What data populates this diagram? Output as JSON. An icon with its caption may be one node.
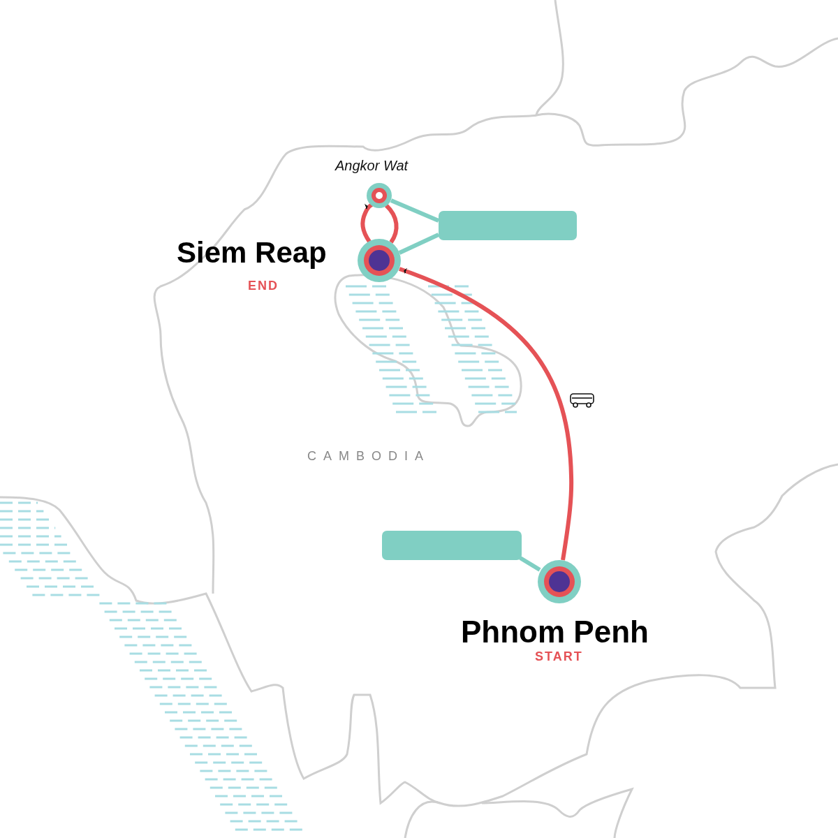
{
  "diagram": {
    "nodes": [
      {
        "text": [
          "Phnom Penh",
          "START"
        ]
      },
      {
        "text": [
          "Siem Reap",
          "END"
        ]
      },
      {
        "text": [
          "Angkor Wat"
        ]
      },
      {
        "text": [],
        "shape": "box"
      },
      {
        "text": [],
        "shape": "box"
      }
    ],
    "edges": [
      {
        "from": 0,
        "to": 1,
        "arrow": "to"
      },
      {
        "from": 1,
        "to": 2,
        "arrow": "to"
      },
      {
        "from": 2,
        "to": 1,
        "arrow": "none"
      },
      {
        "from": 3,
        "to": 2,
        "arrow": "none",
        "color": "#80cfc3"
      },
      {
        "from": 3,
        "to": 1,
        "arrow": "none",
        "color": "#80cfc3"
      },
      {
        "from": 4,
        "to": 0,
        "arrow": "none",
        "color": "#80cfc3"
      }
    ],
    "labels": [
      "CAMBODIA"
    ]
  }
}
